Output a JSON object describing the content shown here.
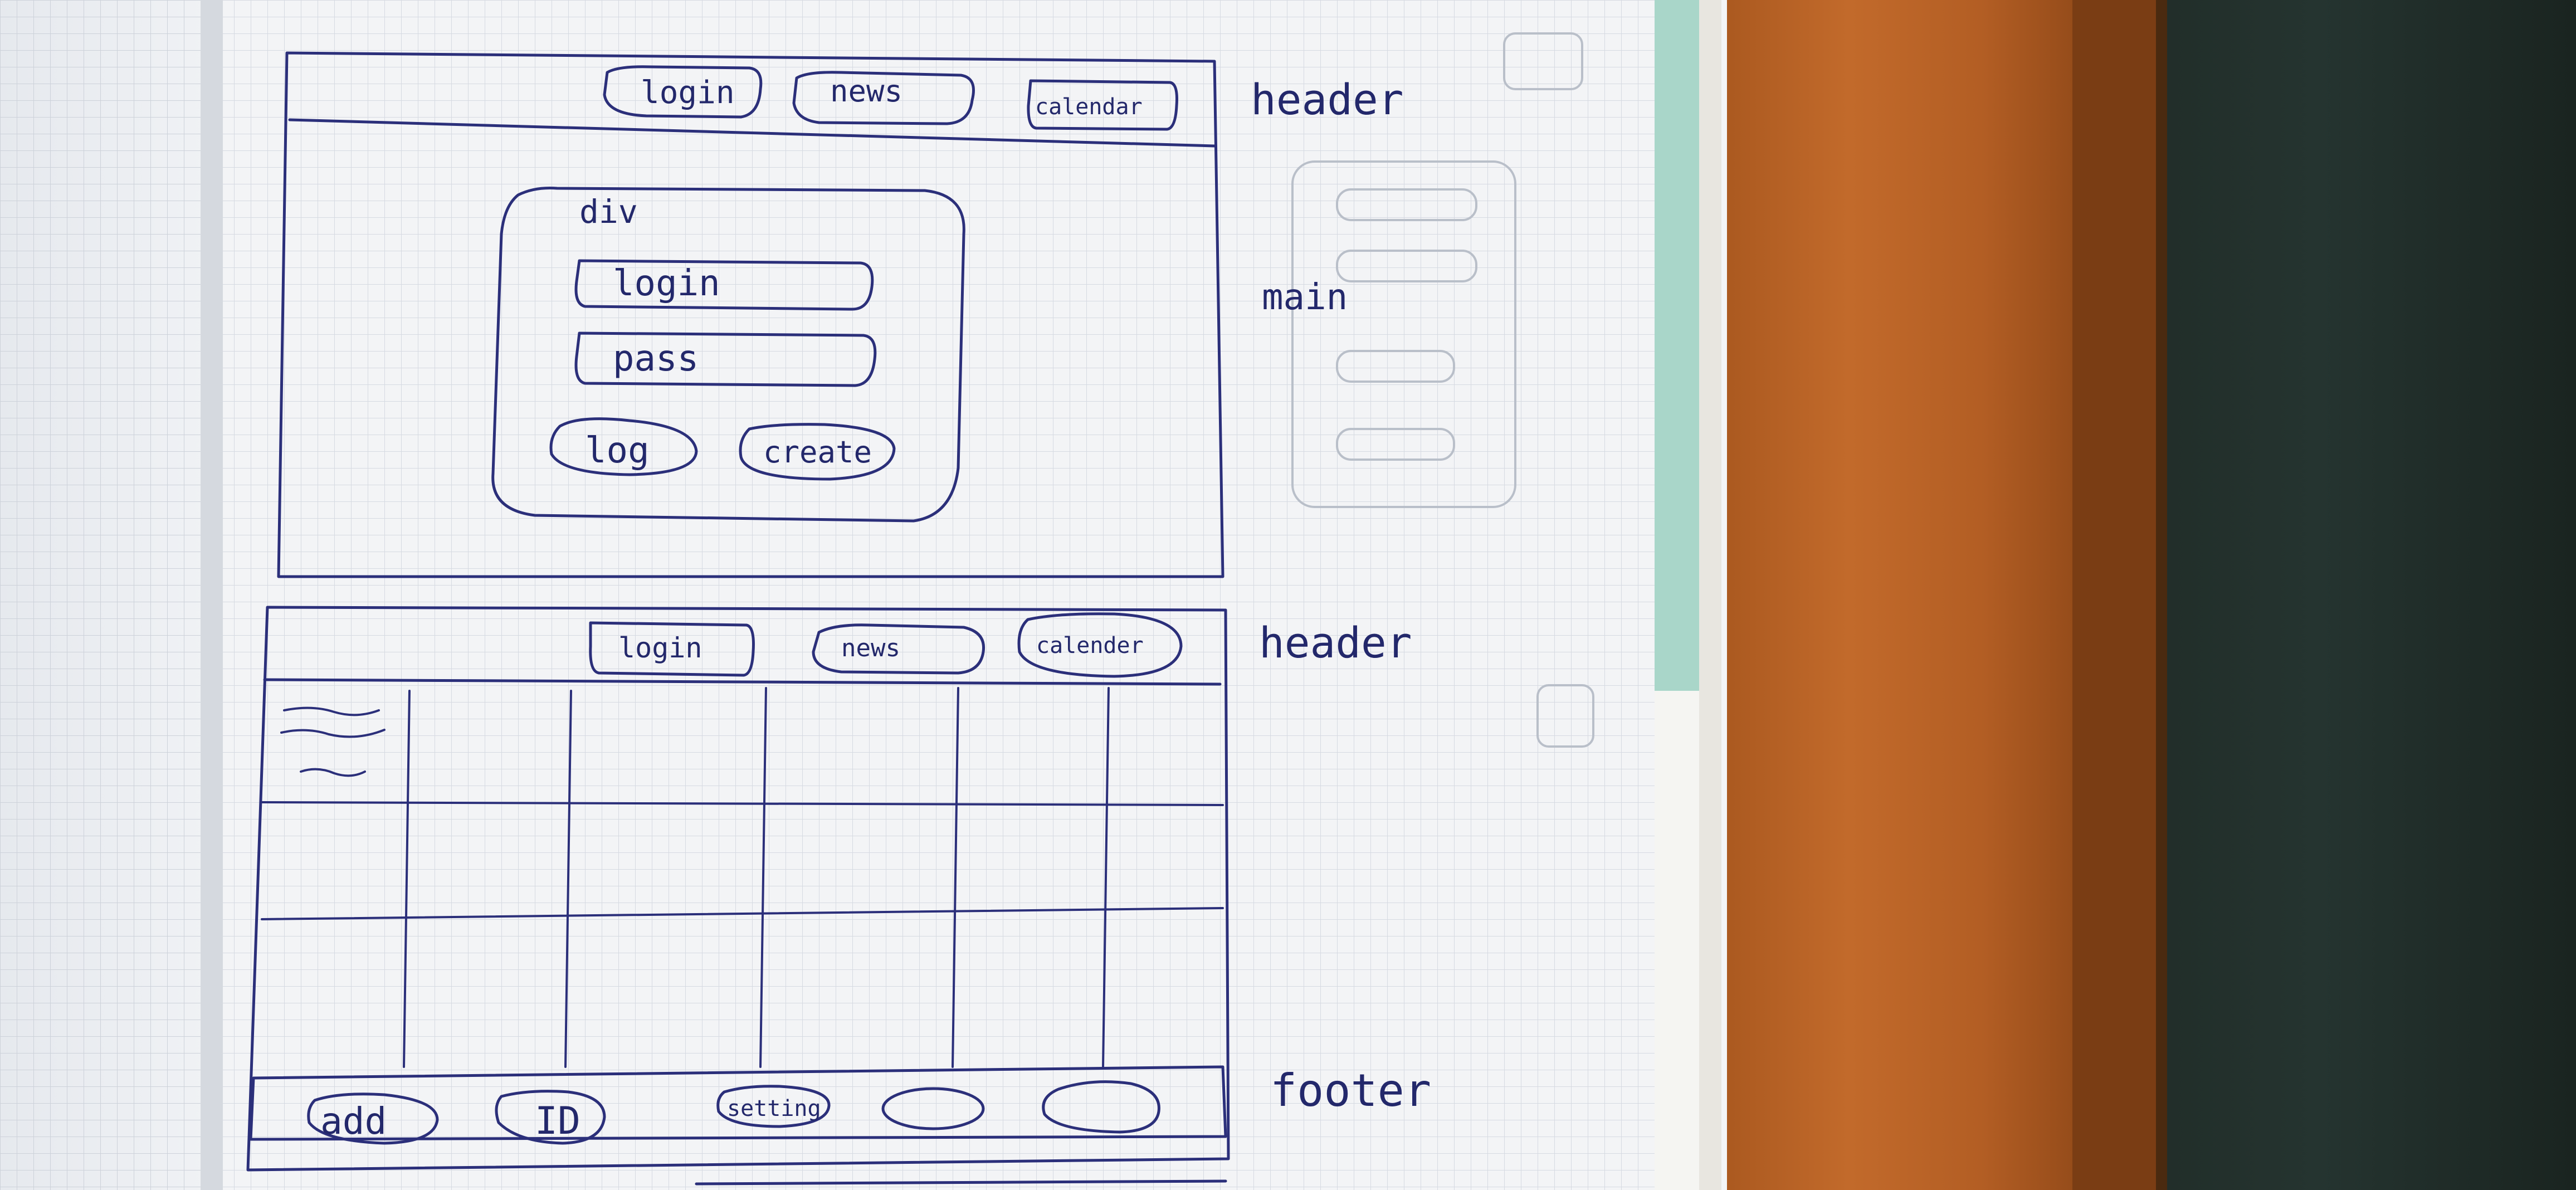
{
  "sketch": {
    "top_wireframe": {
      "nav": [
        "login",
        "news",
        "calendar"
      ],
      "header_label": "header",
      "main_label": "main",
      "panel_title": "div",
      "fields": [
        "login",
        "pass"
      ],
      "actions": [
        "log",
        "create"
      ]
    },
    "bottom_wireframe": {
      "nav": [
        "login",
        "news",
        "calender"
      ],
      "header_label": "header",
      "footer_label": "footer",
      "footer_buttons": [
        "add",
        "ID",
        "setting",
        "",
        ""
      ]
    }
  }
}
